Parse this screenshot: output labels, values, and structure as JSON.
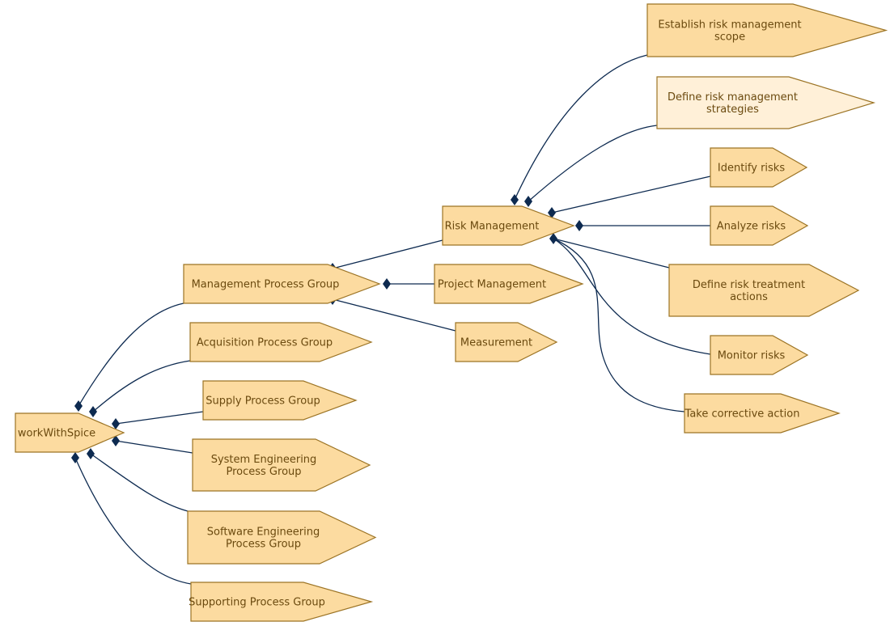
{
  "diagram": {
    "nodes": {
      "work": [
        "workWithSpice"
      ],
      "mgmt": [
        "Management Process Group"
      ],
      "acq": [
        "Acquisition Process Group"
      ],
      "supply": [
        "Supply Process Group"
      ],
      "syseng": [
        "System Engineering",
        "Process Group"
      ],
      "sweng": [
        "Software Engineering",
        "Process Group"
      ],
      "support": [
        "Supporting Process Group"
      ],
      "risk": [
        "Risk Management"
      ],
      "proj": [
        "Project Management"
      ],
      "meas": [
        "Measurement"
      ],
      "establish": [
        "Establish risk management",
        "scope"
      ],
      "define_strat": [
        "Define risk management",
        "strategies"
      ],
      "identify": [
        "Identify risks"
      ],
      "analyze": [
        "Analyze risks"
      ],
      "treatment": [
        "Define risk treatment",
        "actions"
      ],
      "monitor": [
        "Monitor risks"
      ],
      "corrective": [
        "Take corrective action"
      ]
    },
    "highlighted": [
      "define_strat"
    ],
    "edges": [
      [
        "work",
        "mgmt"
      ],
      [
        "work",
        "acq"
      ],
      [
        "work",
        "supply"
      ],
      [
        "work",
        "syseng"
      ],
      [
        "work",
        "sweng"
      ],
      [
        "work",
        "support"
      ],
      [
        "mgmt",
        "risk"
      ],
      [
        "mgmt",
        "proj"
      ],
      [
        "mgmt",
        "meas"
      ],
      [
        "risk",
        "establish"
      ],
      [
        "risk",
        "define_strat"
      ],
      [
        "risk",
        "identify"
      ],
      [
        "risk",
        "analyze"
      ],
      [
        "risk",
        "treatment"
      ],
      [
        "risk",
        "monitor"
      ],
      [
        "risk",
        "corrective"
      ]
    ],
    "colors": {
      "fill": "#fcdba0",
      "fill_highlight": "#fff0d8",
      "stroke": "#9c7425",
      "edge": "#0d2a50",
      "text": "#6b4a0f"
    }
  }
}
